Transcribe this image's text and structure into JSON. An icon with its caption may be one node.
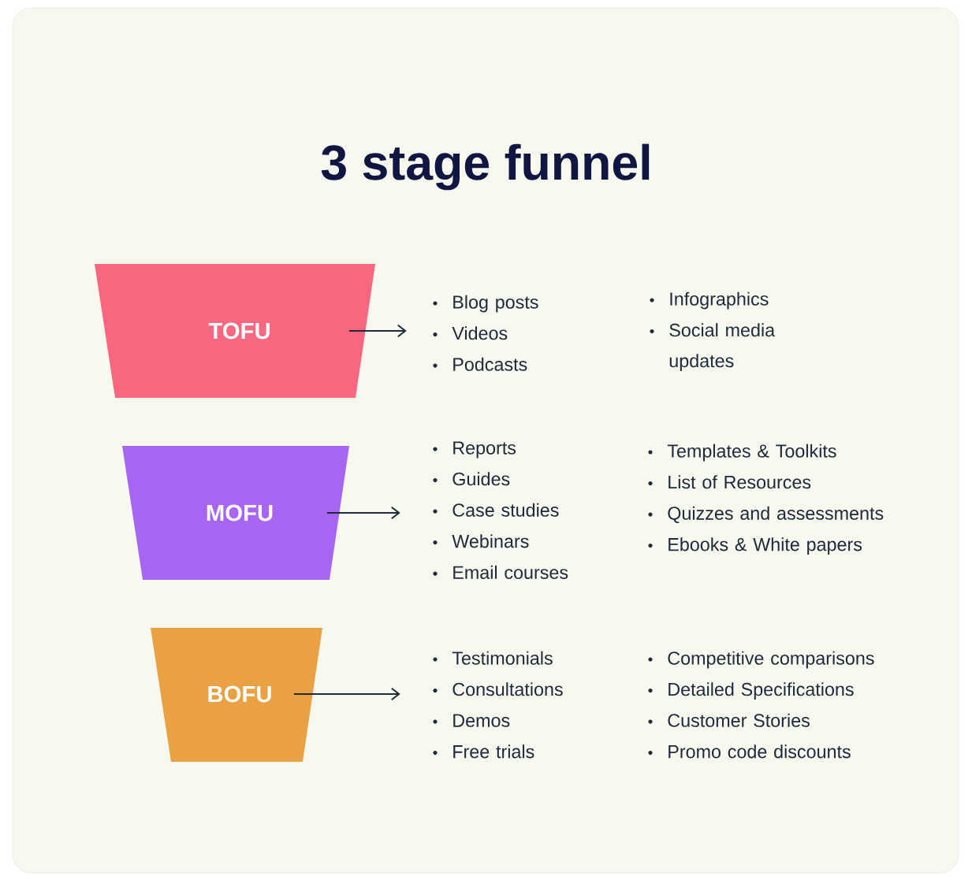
{
  "diagram": {
    "title": "3 stage funnel",
    "nodes": [
      {
        "text": [
          "TOFU"
        ]
      },
      {
        "text": [
          "Blog posts",
          "Videos",
          "Podcasts"
        ]
      },
      {
        "text": [
          "Infographics",
          "Social media updates"
        ]
      },
      {
        "text": [
          "MOFU"
        ]
      },
      {
        "text": [
          "Reports",
          "Guides",
          "Case studies",
          "Webinars",
          "Email courses"
        ]
      },
      {
        "text": [
          "Templates & Toolkits",
          "List of Resources",
          "Quizzes and assessments",
          "Ebooks & White papers"
        ]
      },
      {
        "text": [
          "BOFU"
        ]
      },
      {
        "text": [
          "Testimonials",
          "Consultations",
          "Demos",
          "Free trials"
        ]
      },
      {
        "text": [
          "Competitive comparisons",
          "Detailed Specifications",
          "Customer Stories",
          "Promo code discounts"
        ]
      }
    ],
    "edges": [
      {
        "from": 0,
        "to": 1,
        "arrow": "to"
      },
      {
        "from": 3,
        "to": 4,
        "arrow": "to"
      },
      {
        "from": 6,
        "to": 7,
        "arrow": "to"
      }
    ]
  }
}
